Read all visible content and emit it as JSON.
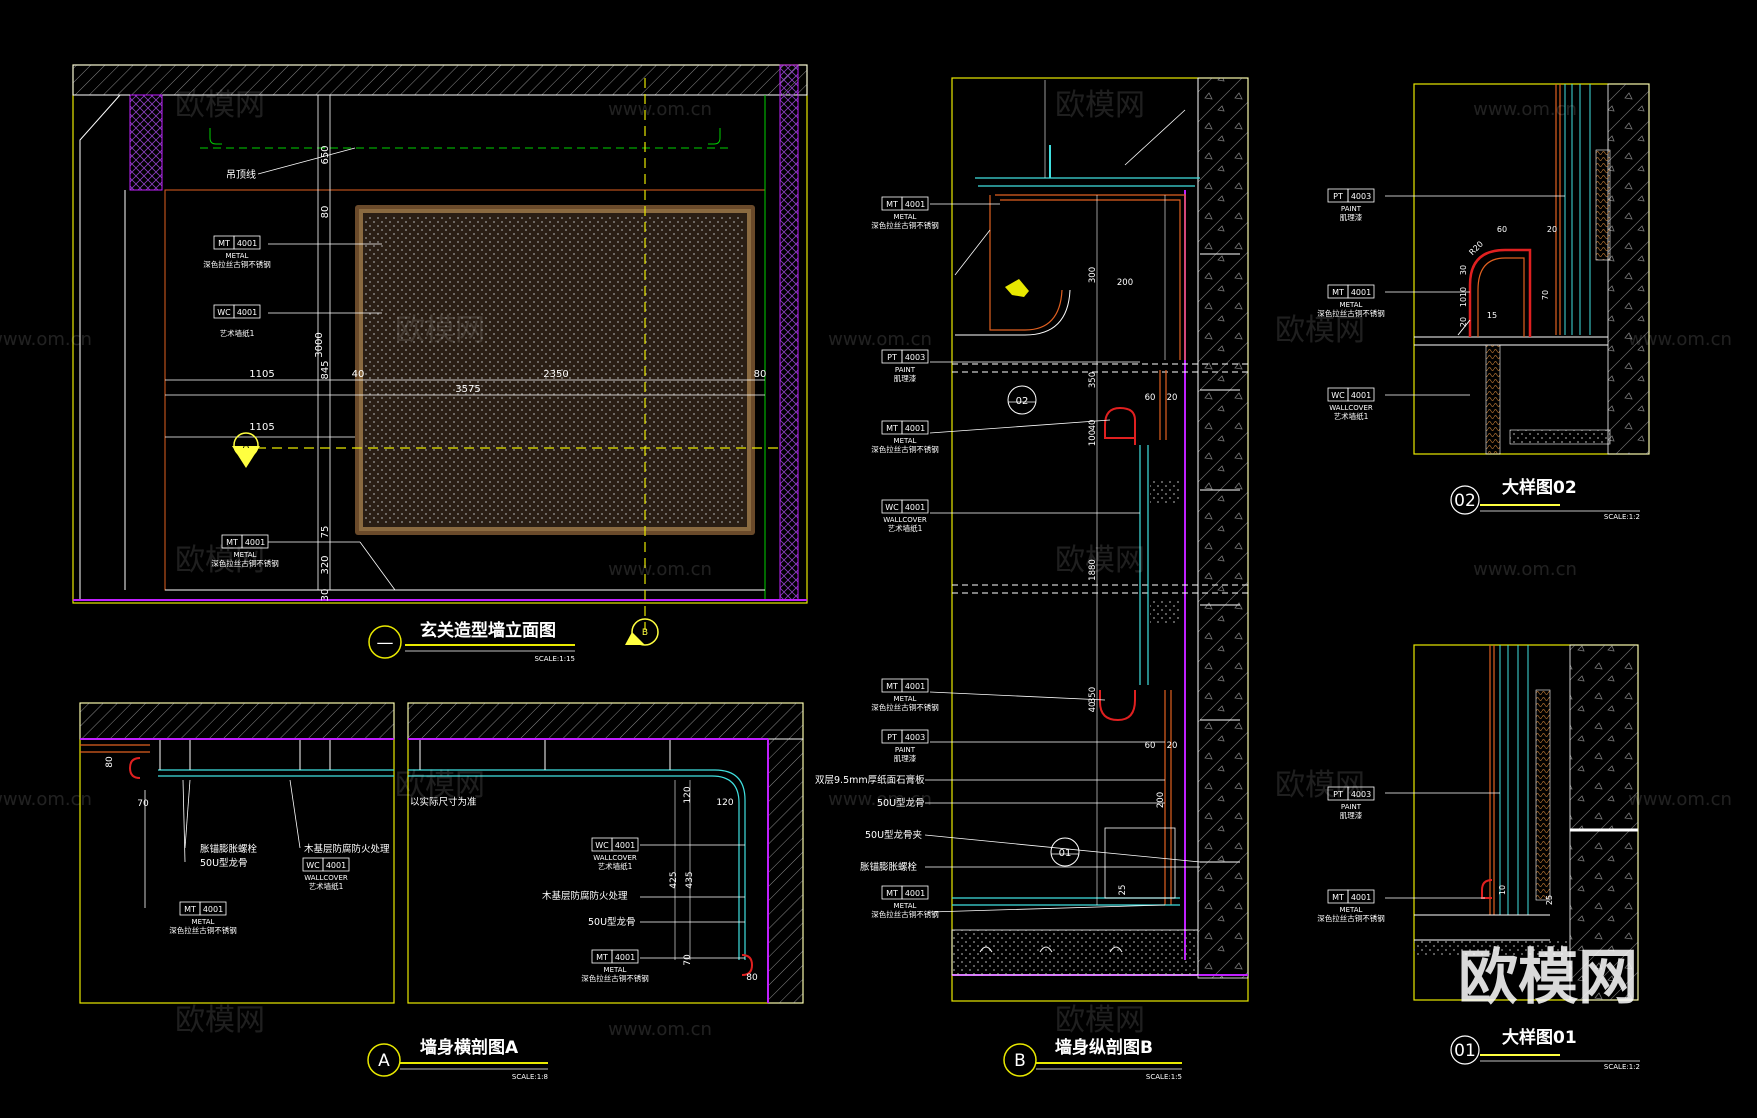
{
  "colors": {
    "background": "#000000",
    "frame": "#e8e800",
    "wall": "#ffffff",
    "hatch": "#9a9a9a",
    "green": "#00d000",
    "magenta": "#c020ff",
    "cyan": "#40e0e0",
    "orange": "#e06020",
    "red": "#e02020",
    "text_white": "#ffffff",
    "text_yellow": "#ffff40"
  },
  "watermark": {
    "cn": "欧模网",
    "url": "www.om.cn",
    "logo": "欧模网"
  },
  "views": {
    "elevation": {
      "title": "玄关造型墙立面图",
      "scale": "SCALE:1:15",
      "badge": "—",
      "label_ceiling": "吊顶线",
      "dims": [
        "650",
        "80",
        "3000",
        "845",
        "75",
        "320",
        "30",
        "1105",
        "40",
        "2350",
        "80",
        "3575",
        "1105"
      ],
      "section_a": "A",
      "section_b": "B",
      "tags": [
        {
          "code": "MT",
          "num": "4001",
          "en": "METAL",
          "cn": "深色拉丝古铜不锈钢"
        },
        {
          "code": "WC",
          "num": "4001",
          "en": "",
          "cn": "艺术墙纸1"
        },
        {
          "code": "MT",
          "num": "4001",
          "en": "METAL",
          "cn": "深色拉丝古铜不锈钢"
        }
      ]
    },
    "section_a": {
      "title": "墙身横剖图A",
      "scale": "SCALE:1:8",
      "badge": "A",
      "labels": [
        "胀锚膨胀螺栓",
        "50U型龙骨",
        "木基层防腐防火处理",
        "木基层防腐防火处理",
        "50U型龙骨",
        "以实际尺寸为准"
      ],
      "dims": [
        "80",
        "70",
        "120",
        "120",
        "435",
        "425",
        "70",
        "80"
      ],
      "tags": [
        {
          "code": "MT",
          "num": "4001",
          "en": "METAL",
          "cn": "深色拉丝古铜不锈钢"
        },
        {
          "code": "WC",
          "num": "4001",
          "en": "WALLCOVER",
          "cn": "艺术墙纸1"
        },
        {
          "code": "WC",
          "num": "4001",
          "en": "WALLCOVER",
          "cn": "艺术墙纸1"
        },
        {
          "code": "MT",
          "num": "4001",
          "en": "METAL",
          "cn": "深色拉丝古铜不锈钢"
        }
      ]
    },
    "section_b": {
      "title": "墙身纵剖图B",
      "scale": "SCALE:1:5",
      "badge": "B",
      "detail_02": "02",
      "detail_01": "01",
      "labels": [
        "双层9.5mm厚纸面石膏板",
        "50U型龙骨",
        "50U型龙骨夹",
        "胀锚膨胀螺栓"
      ],
      "dims": [
        "300",
        "200",
        "350",
        "60",
        "20",
        "40",
        "100",
        "1880",
        "40",
        "350",
        "60",
        "20",
        "200",
        "25"
      ],
      "tags": [
        {
          "code": "MT",
          "num": "4001",
          "en": "METAL",
          "cn": "深色拉丝古铜不锈钢"
        },
        {
          "code": "PT",
          "num": "4003",
          "en": "PAINT",
          "cn": "肌理漆"
        },
        {
          "code": "MT",
          "num": "4001",
          "en": "METAL",
          "cn": "深色拉丝古铜不锈钢"
        },
        {
          "code": "WC",
          "num": "4001",
          "en": "WALLCOVER",
          "cn": "艺术墙纸1"
        },
        {
          "code": "MT",
          "num": "4001",
          "en": "METAL",
          "cn": "深色拉丝古铜不锈钢"
        },
        {
          "code": "PT",
          "num": "4003",
          "en": "PAINT",
          "cn": "肌理漆"
        },
        {
          "code": "MT",
          "num": "4001",
          "en": "METAL",
          "cn": "深色拉丝古铜不锈钢"
        }
      ]
    },
    "detail_02": {
      "title": "大样图02",
      "scale": "SCALE:1:2",
      "badge": "02",
      "dims": [
        "60",
        "20",
        "R20",
        "30",
        "10",
        "10",
        "20",
        "70",
        "15"
      ],
      "tags": [
        {
          "code": "PT",
          "num": "4003",
          "en": "PAINT",
          "cn": "肌理漆"
        },
        {
          "code": "MT",
          "num": "4001",
          "en": "METAL",
          "cn": "深色拉丝古铜不锈钢"
        },
        {
          "code": "WC",
          "num": "4001",
          "en": "WALLCOVER",
          "cn": "艺术墙纸1"
        }
      ]
    },
    "detail_01": {
      "title": "大样图01",
      "scale": "SCALE:1:2",
      "badge": "01",
      "dims": [
        "10",
        "25"
      ],
      "tags": [
        {
          "code": "PT",
          "num": "4003",
          "en": "PAINT",
          "cn": "肌理漆"
        },
        {
          "code": "MT",
          "num": "4001",
          "en": "METAL",
          "cn": "深色拉丝古铜不锈钢"
        }
      ]
    }
  }
}
